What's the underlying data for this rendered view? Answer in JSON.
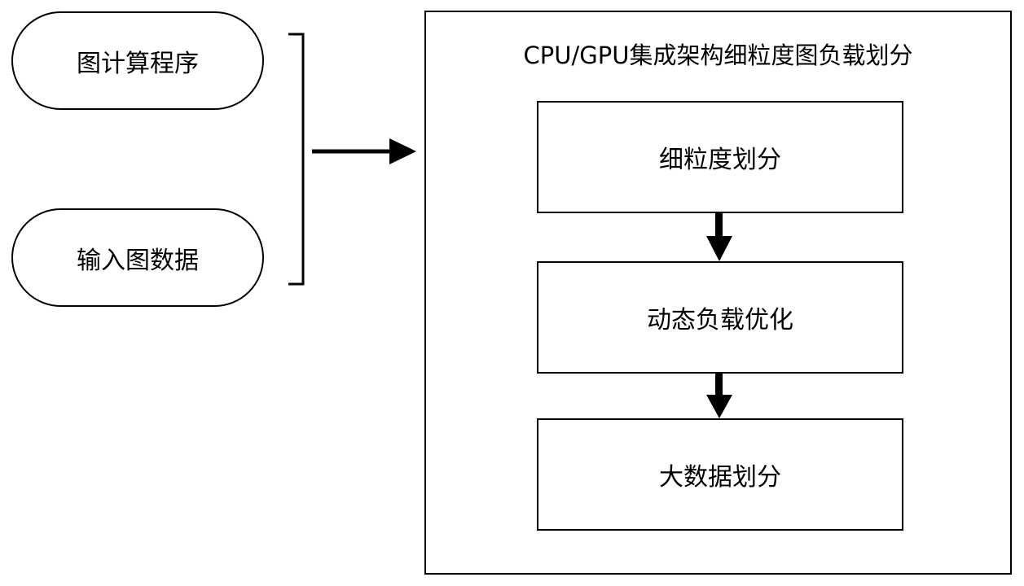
{
  "inputs": [
    {
      "label": "图计算程序"
    },
    {
      "label": "输入图数据"
    }
  ],
  "container": {
    "title": "CPU/GPU集成架构细粒度图负载划分",
    "steps": [
      {
        "label": "细粒度划分"
      },
      {
        "label": "动态负载优化"
      },
      {
        "label": "大数据划分"
      }
    ]
  }
}
